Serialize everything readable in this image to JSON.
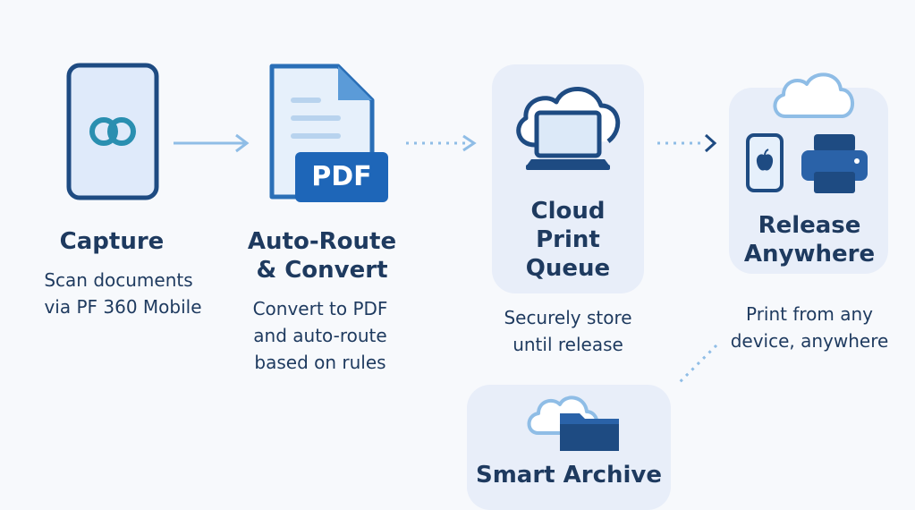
{
  "steps": [
    {
      "title": [
        "Capture"
      ],
      "desc": [
        "Scan documents",
        "via PF 360 Mobile"
      ]
    },
    {
      "title": [
        "Auto-Route",
        "& Convert"
      ],
      "desc": [
        "Convert to PDF",
        "and auto-route",
        "based on rules"
      ],
      "badge": "PDF"
    },
    {
      "title": [
        "Cloud",
        "Print",
        "Queue"
      ],
      "desc": [
        "Securely store",
        "until release"
      ]
    },
    {
      "title": [
        "Release",
        "Anywhere"
      ],
      "desc": [
        "Print from any",
        "device, anywhere"
      ]
    },
    {
      "title": [
        "Smart Archive"
      ]
    }
  ],
  "colors": {
    "primary": "#1e3a5f",
    "accent": "#2a6fb7",
    "light_blue": "#8fbde6",
    "card": "#e8eef9",
    "teal": "#2a8fb0"
  },
  "icons": [
    "phone-icon",
    "document-icon",
    "cloud-laptop-icon",
    "cloud-icon",
    "apple-phone-icon",
    "printer-icon",
    "cloud-folder-icon"
  ]
}
